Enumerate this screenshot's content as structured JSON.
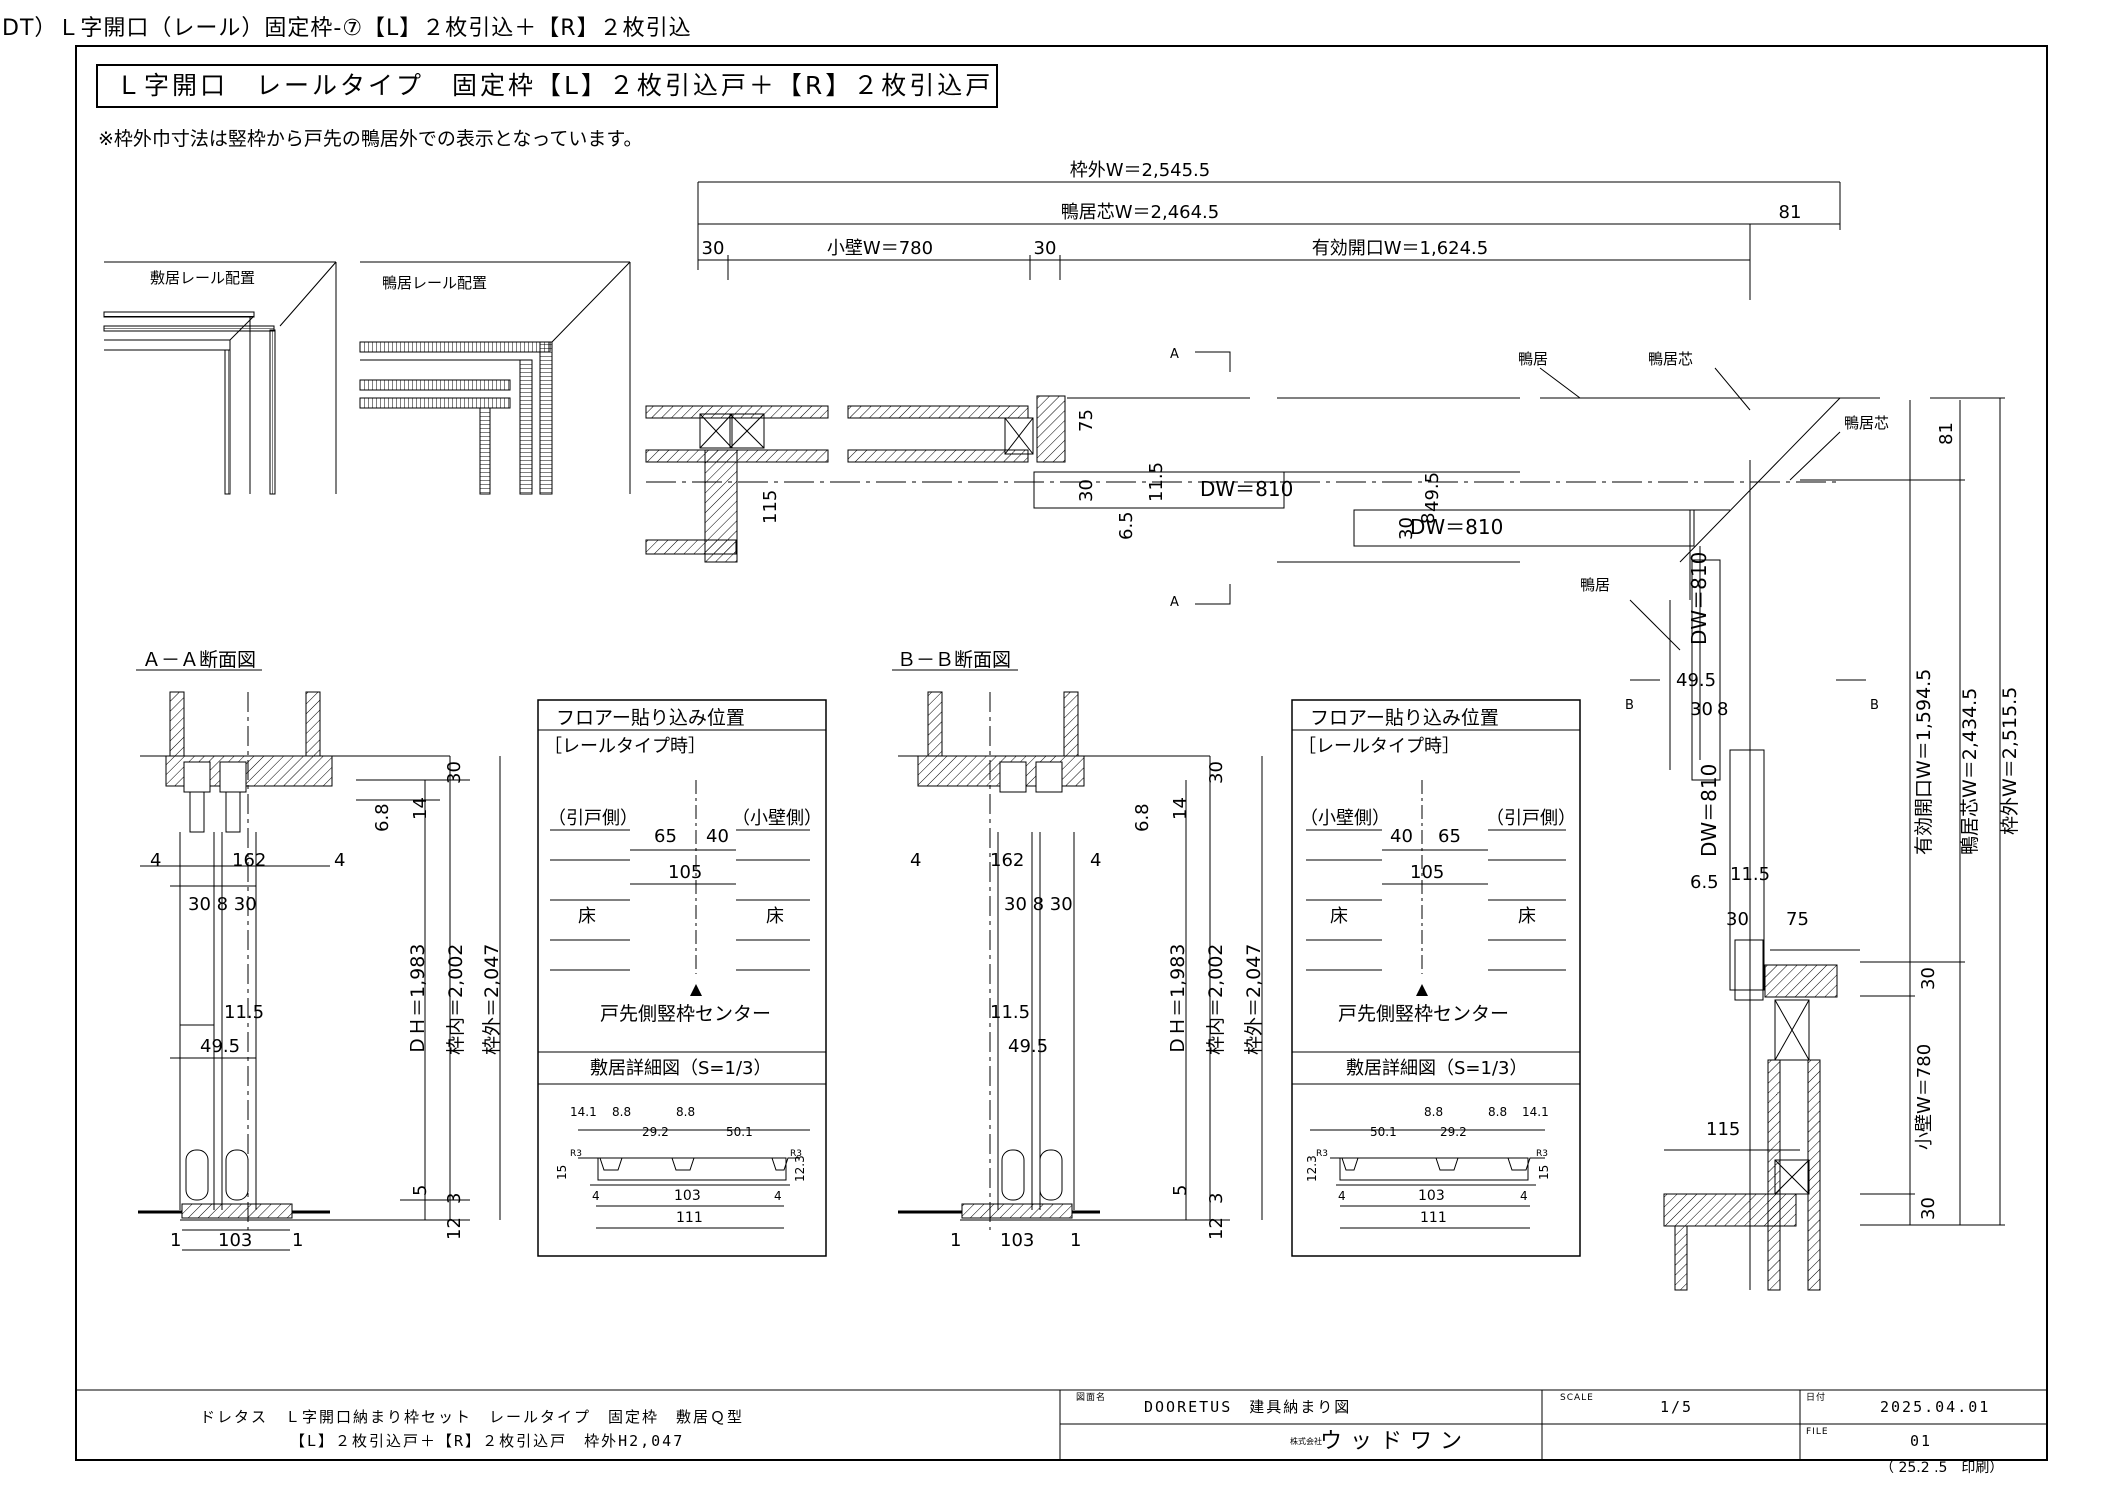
{
  "page_title": "DT）Ｌ字開口（レール）固定枠-⑦【L】２枚引込＋【R】２枚引込",
  "heading": "Ｌ字開口　レールタイプ　固定枠【L】２枚引込戸＋【R】２枚引込戸",
  "note": "※枠外巾寸法は竪枠から戸先の鴨居外での表示となっています。",
  "plan": {
    "overall_w": "枠外W＝2,545.5",
    "head_center_w": "鴨居芯W＝2,464.5",
    "d81": "81",
    "d30a": "30",
    "wall_w": "小壁W＝780",
    "d30b": "30",
    "eff_w": "有効開口W＝1,624.5",
    "sill_rail_label": "敷居レール配置",
    "head_rail_label": "鴨居レール配置",
    "sec_a": "A",
    "sec_b": "B",
    "kamoi": "鴨居",
    "kamoi_shin": "鴨居芯",
    "d75": "75",
    "d115": "115",
    "d30": "30",
    "d11_5": "11.5",
    "d6_5": "6.5",
    "dw_810": "DW＝810",
    "d8": "8",
    "d49_5": "49.5",
    "right": {
      "d81": "81",
      "eff": "有効開口W＝1,594.5",
      "head": "鴨居芯W＝2,434.5",
      "outer": "枠外W＝2,515.5",
      "d30": "30",
      "wall": "小壁W＝780",
      "d115": "115",
      "d75": "75"
    }
  },
  "section_a": {
    "title": "Ａ－Ａ断面図",
    "d4": "4",
    "d162": "162",
    "d30_8_30": "30 8 30",
    "d11_5": "11.5",
    "d49_5": "49.5",
    "d1": "1",
    "d103": "103",
    "d30": "30",
    "d6_8": "6.8",
    "d14": "14",
    "dh": "ＤＨ＝1,983",
    "inner": "枠内＝2,002",
    "outer": "枠外＝2,047",
    "d5": "5",
    "d3": "3",
    "d12": "12"
  },
  "section_b": {
    "title": "Ｂ－Ｂ断面図"
  },
  "floor_panel_a": {
    "title": "フロアー貼り込み位置",
    "subtitle": "［レールタイプ時］",
    "left_side": "（引戸側）",
    "right_side": "（小壁側）",
    "d65": "65",
    "d40": "40",
    "d105": "105",
    "floor": "床",
    "center": "戸先側竪枠センター",
    "sill_title": "敷居詳細図（S=1/3）",
    "s14_1": "14.1",
    "s8_8": "8.8",
    "s29_2": "29.2",
    "s50_1": "50.1",
    "s15": "15",
    "s12_3": "12.3",
    "s4": "4",
    "s103": "103",
    "s111": "111",
    "r3": "R3"
  },
  "floor_panel_b": {
    "title": "フロアー貼り込み位置",
    "subtitle": "［レールタイプ時］",
    "left_side": "（小壁側）",
    "right_side": "（引戸側）",
    "floor": "床",
    "center": "戸先側竪枠センター",
    "sill_title": "敷居詳細図（S=1/3）"
  },
  "title_block": {
    "line1": "ドレタス　Ｌ字開口納まり枠セット　レールタイプ　固定枠　敷居Ｑ型",
    "line2": "【L】２枚引込戸＋【R】２枚引込戸　枠外H2,047",
    "name_label": "図面名",
    "name": "DOORETUS　建具納まり図",
    "scale_label": "SCALE",
    "scale": "1/5",
    "date_label": "日付",
    "date": "2025.04.01",
    "file_label": "FILE",
    "file": "01",
    "company": "ウッドワン",
    "company_prefix": "株式会社",
    "print": "（ 25.2 .5　印刷）"
  }
}
